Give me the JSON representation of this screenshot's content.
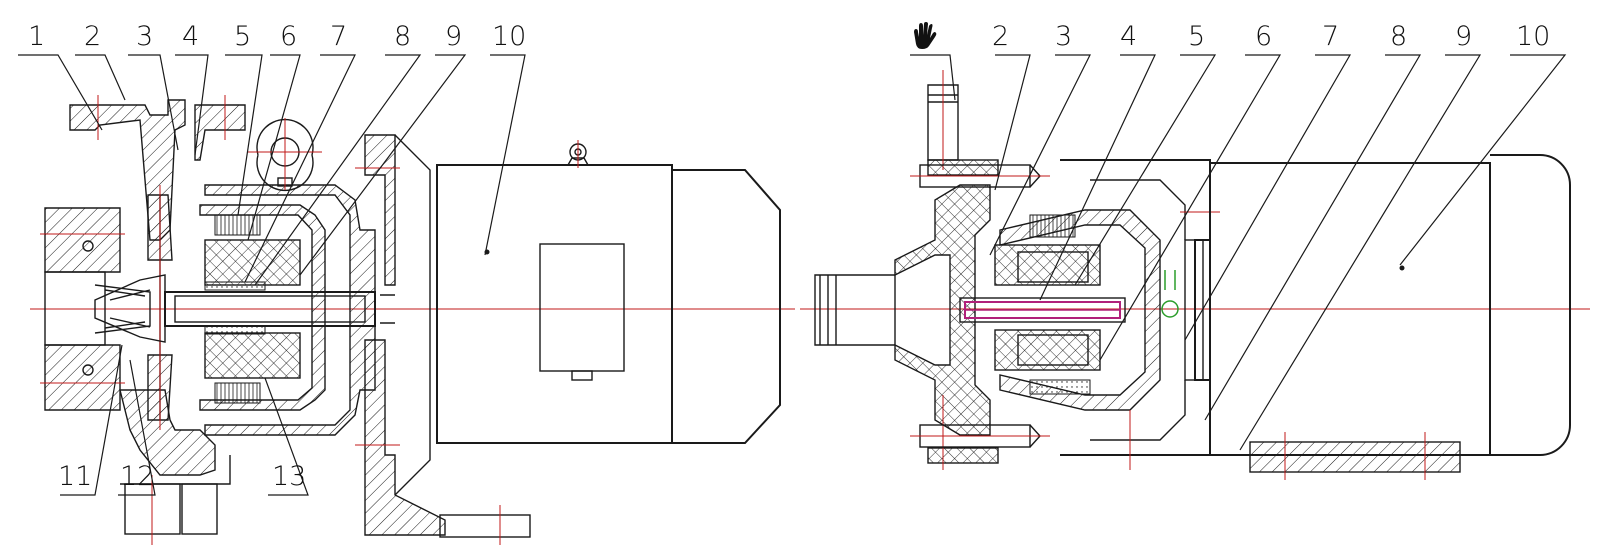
{
  "left_view": {
    "callouts_top": [
      "1",
      "2",
      "3",
      "4",
      "5",
      "6",
      "7",
      "8",
      "9",
      "10"
    ],
    "callouts_bottom": [
      "11",
      "12",
      "13"
    ]
  },
  "right_view": {
    "hand_icon": "hand-icon",
    "callouts_top": [
      "2",
      "3",
      "4",
      "5",
      "6",
      "7",
      "8",
      "9",
      "10"
    ]
  },
  "colors": {
    "line": "#1a1a1a",
    "centerline": "#c01818",
    "shaft_highlight": "#b0207a",
    "marker": "#2a9d2a"
  }
}
